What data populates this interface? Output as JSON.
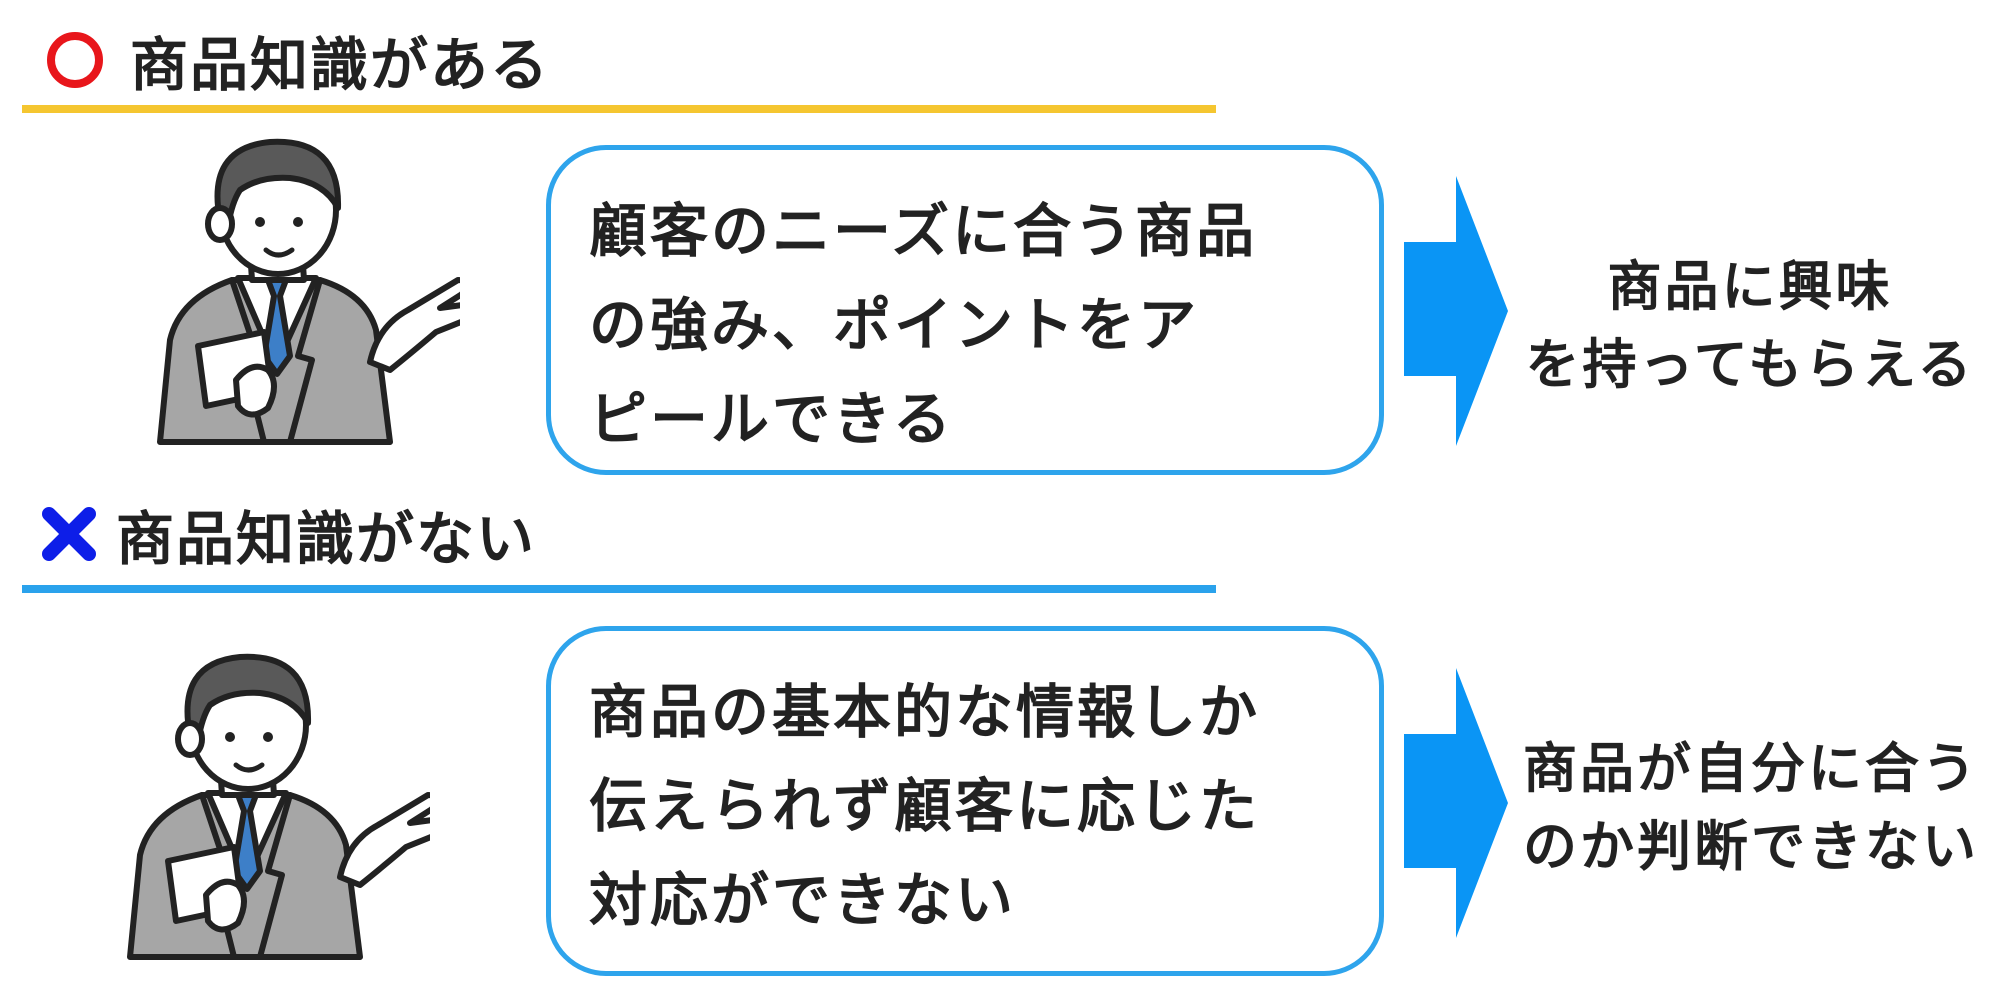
{
  "colors": {
    "good_mark": "#e8161b",
    "bad_mark": "#0d1ee8",
    "good_rule": "#f5c630",
    "bad_rule": "#2aa2ec",
    "bubble_border": "#2ea4ec",
    "arrow": "#0a95f5",
    "text": "#222222"
  },
  "good": {
    "icon": "circle-icon",
    "heading": "商品知識がある",
    "bubble_lines": [
      "顧客のニーズに合う商品",
      "の強み、ポイントをア",
      "ピールできる"
    ],
    "result_lines": [
      "商品に興味",
      "を持ってもらえる"
    ]
  },
  "bad": {
    "icon": "cross-icon",
    "heading": "商品知識がない",
    "bubble_lines": [
      "商品の基本的な情報しか",
      "伝えられず顧客に応じた",
      "対応ができない"
    ],
    "result_lines": [
      "商品が自分に合う",
      "のか判断できない"
    ]
  }
}
